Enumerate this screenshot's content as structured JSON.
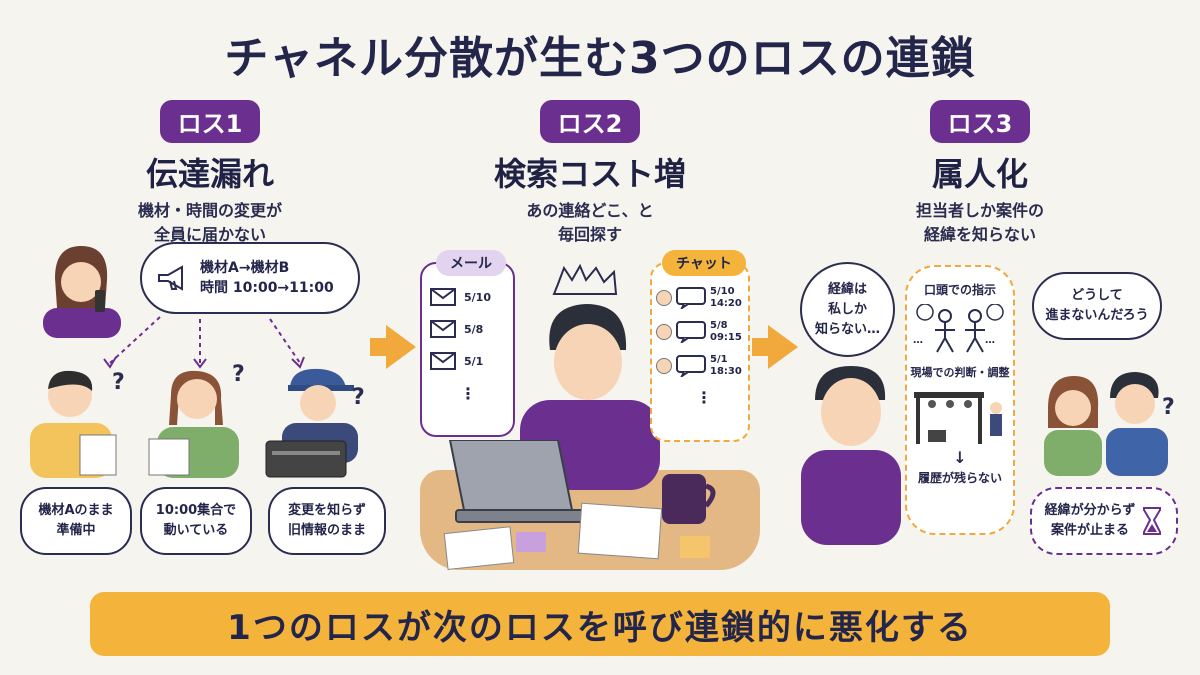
{
  "title": "チャネル分散が生む3つのロスの連鎖",
  "losses": [
    {
      "badge": "ロス1",
      "name": "伝達漏れ",
      "desc_line1": "機材・時間の変更が",
      "desc_line2": "全員に届かない",
      "announcement_line1": "機材A→機材B",
      "announcement_line2": "時間 10:00→11:00",
      "outcomes": [
        {
          "line1": "機材Aのまま",
          "line2": "準備中"
        },
        {
          "line1": "10:00集合で",
          "line2": "動いている"
        },
        {
          "line1": "変更を知らず",
          "line2": "旧情報のまま"
        }
      ]
    },
    {
      "badge": "ロス2",
      "name": "検索コスト増",
      "desc_line1": "あの連絡どこ、と",
      "desc_line2": "毎回探す",
      "mail": {
        "label": "メール",
        "items": [
          "5/10",
          "5/8",
          "5/1"
        ],
        "more": "⋮"
      },
      "chat": {
        "label": "チャット",
        "items": [
          {
            "date": "5/10",
            "time": "14:20"
          },
          {
            "date": "5/8",
            "time": "09:15"
          },
          {
            "date": "5/1",
            "time": "18:30"
          }
        ],
        "more": "⋮"
      }
    },
    {
      "badge": "ロス3",
      "name": "属人化",
      "desc_line1": "担当者しか案件の",
      "desc_line2": "経緯を知らない",
      "thought_line1": "経緯は",
      "thought_line2": "私しか",
      "thought_line3": "知らない…",
      "process": {
        "step1": "口頭での指示",
        "speech": "…",
        "step2": "現場での判断・調整",
        "arrow": "↓",
        "step3": "履歴が残らない"
      },
      "team_thought_line1": "どうして",
      "team_thought_line2": "進まないんだろう",
      "result_line1": "経緯が分からず",
      "result_line2": "案件が止まる"
    }
  ],
  "question_mark": "?",
  "bottom_banner": "1つのロスが次のロスを呼び連鎖的に悪化する",
  "colors": {
    "purple": "#6b2f8f",
    "orange": "#f2a93b",
    "banner": "#f4b43c",
    "navy": "#23264a"
  }
}
